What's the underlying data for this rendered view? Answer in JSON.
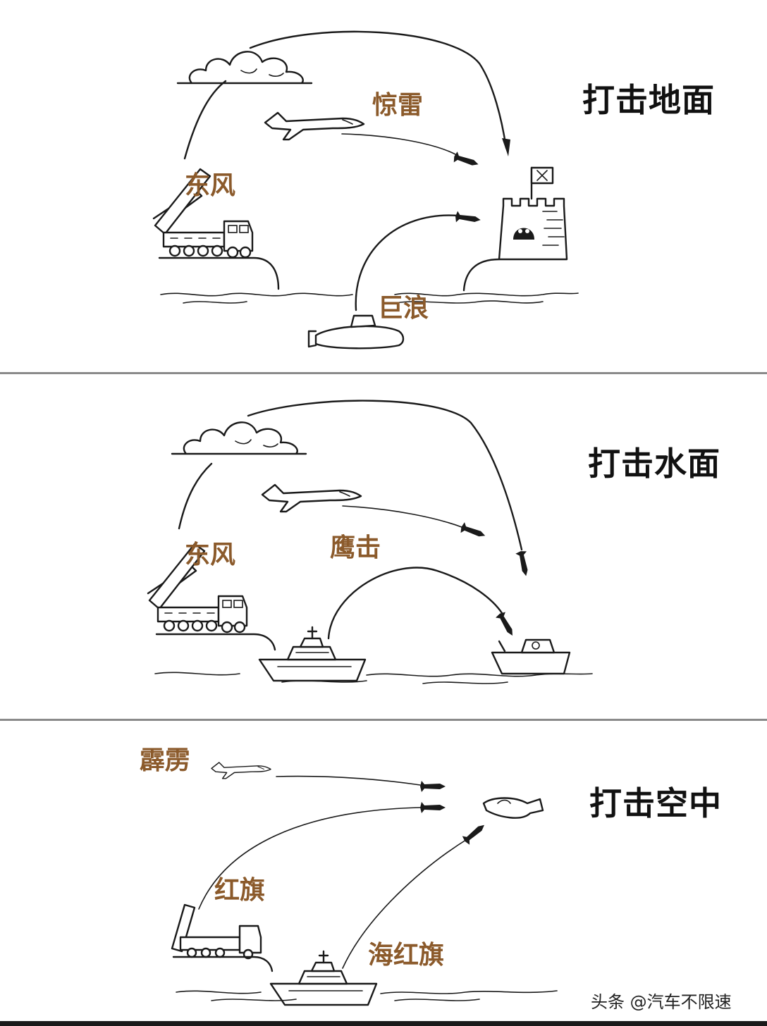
{
  "panels": [
    {
      "title": "打击地面",
      "labels": {
        "ballistic": "东风",
        "air": "惊雷",
        "sub": "巨浪"
      }
    },
    {
      "title": "打击水面",
      "labels": {
        "ballistic": "东风",
        "air": "鹰击"
      }
    },
    {
      "title": "打击空中",
      "labels": {
        "air": "霹雳",
        "ground": "红旗",
        "ship": "海红旗"
      }
    }
  ],
  "watermark": "头条 @汽车不限速",
  "colors": {
    "label": "#8b5a2b",
    "ink": "#1a1a1a",
    "divider": "#8a8a8a"
  },
  "icons": [
    "cloud-icon",
    "jet-icon",
    "missile-truck-icon",
    "submarine-icon",
    "castle-icon",
    "warship-icon",
    "enemy-ship-icon",
    "enemy-jet-icon",
    "missile-icon"
  ]
}
